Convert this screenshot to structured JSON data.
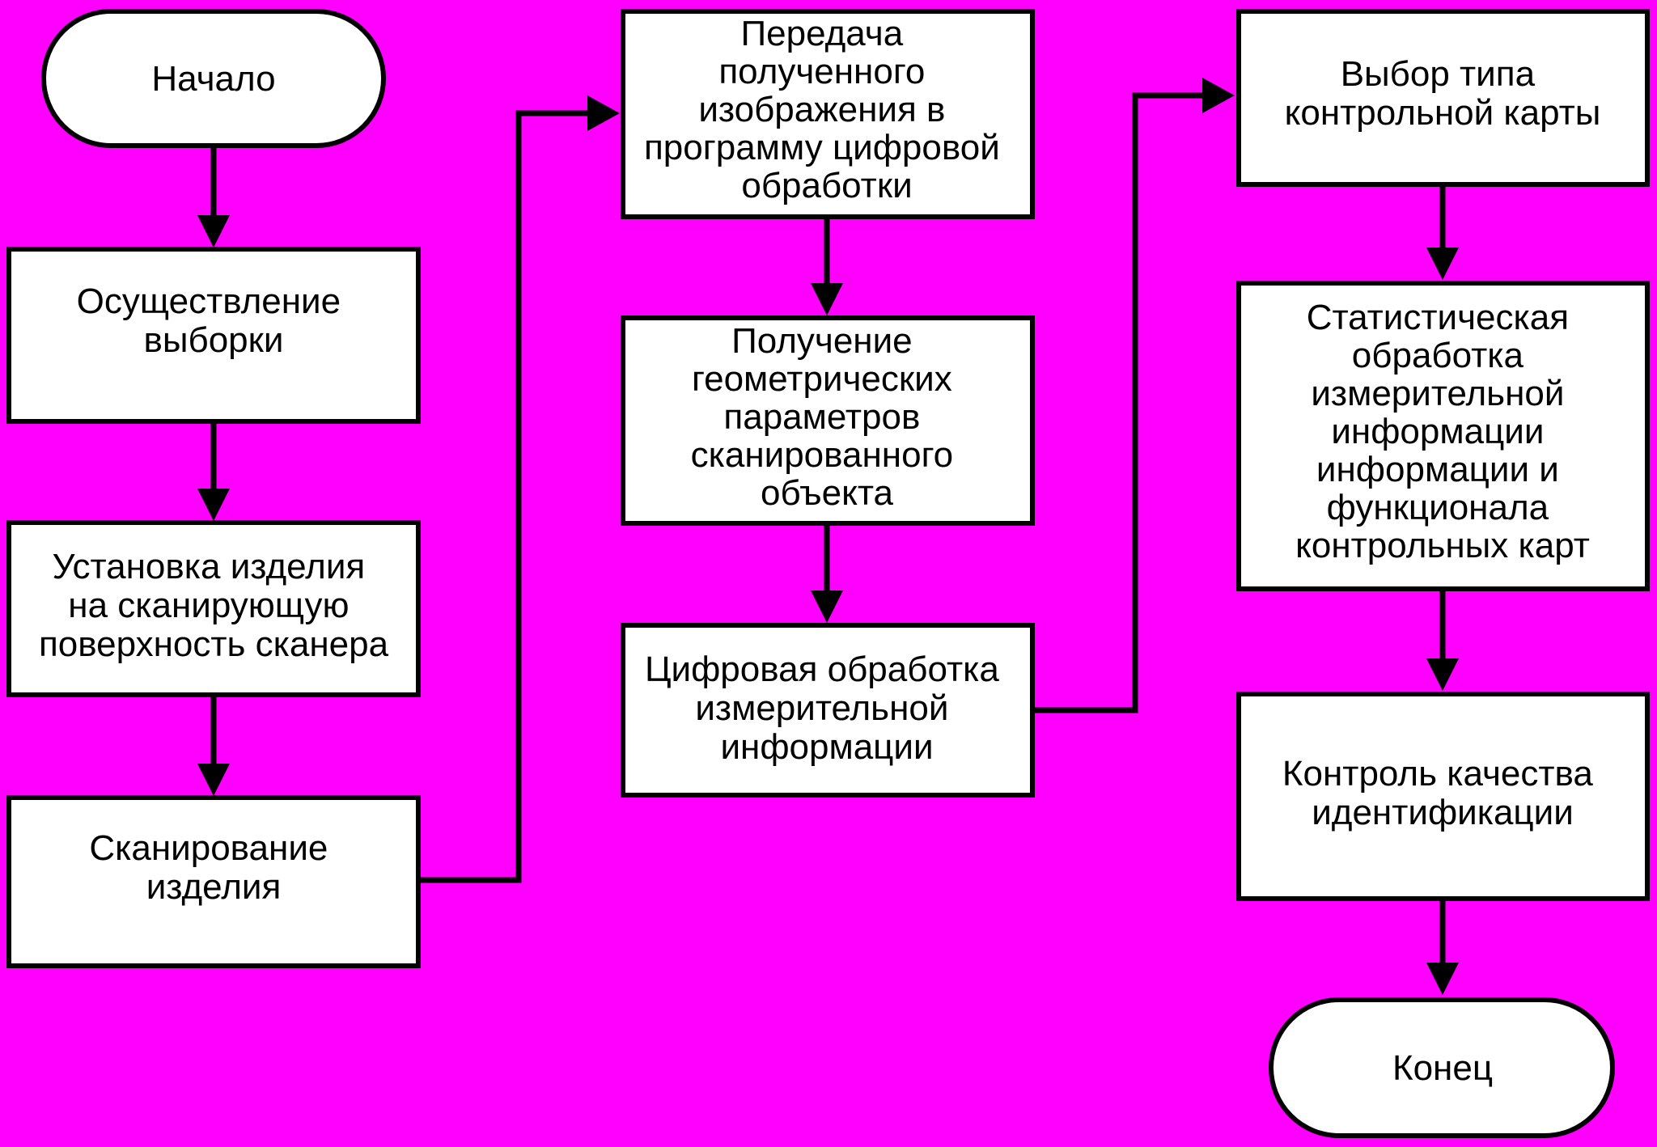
{
  "colors": {
    "background": "#ff00ff",
    "node_fill": "#ffffff",
    "stroke": "#000000"
  },
  "nodes": {
    "start": "Начало",
    "sampling": [
      "Осуществление",
      "выборки"
    ],
    "placement": [
      "Установка изделия",
      "на сканирующую",
      "поверхность сканера"
    ],
    "scanning": [
      "Сканирование",
      "изделия"
    ],
    "transfer": [
      "Передача",
      "полученного",
      "изображения в",
      "программу цифровой",
      "обработки"
    ],
    "geometry": [
      "Получение",
      "геометрических",
      "параметров",
      "сканированного",
      "объекта"
    ],
    "digital_processing": [
      "Цифровая обработка",
      "измерительной",
      "информации"
    ],
    "chart_type": [
      "Выбор типа",
      "контрольной карты"
    ],
    "statistics": [
      "Статистическая",
      "обработка",
      "измерительной",
      "информации",
      "информации и",
      "функционала",
      "контрольных карт"
    ],
    "quality_control": [
      "Контроль качества",
      "идентификации"
    ],
    "end": "Конец"
  }
}
